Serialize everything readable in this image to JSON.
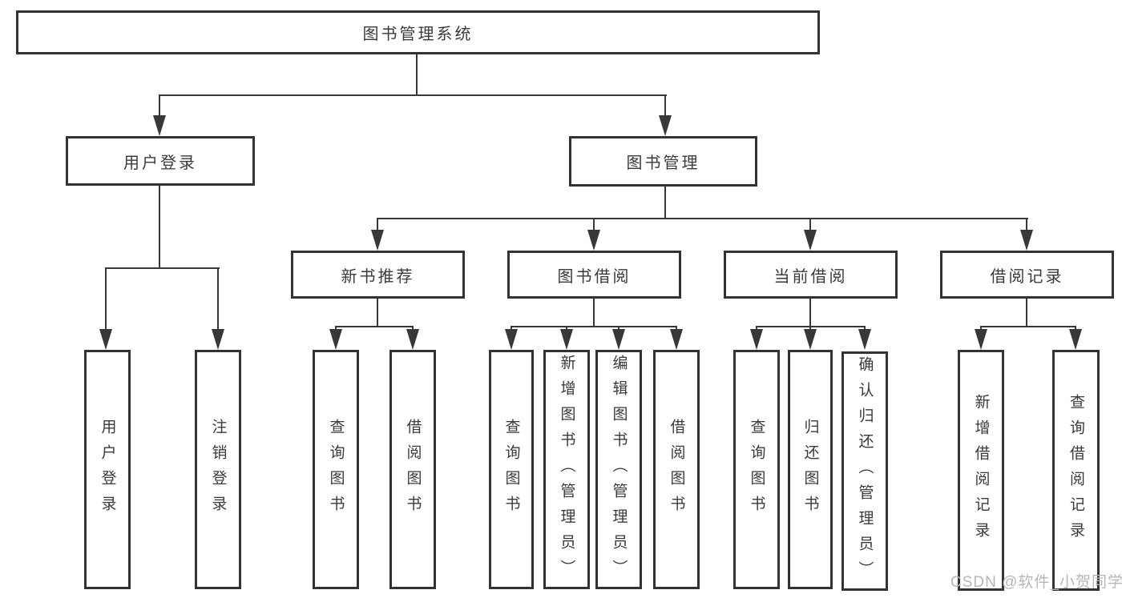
{
  "diagram_title": "图书管理系统",
  "nodes": {
    "root": "图书管理系统",
    "user_login": "用户登录",
    "book_management": "图书管理",
    "new_book_recommend": "新书推荐",
    "book_borrowing": "图书借阅",
    "current_borrowing": "当前借阅",
    "borrowing_records": "借阅记录",
    "leaf_user_login": "用户登录",
    "leaf_logout": "注销登录",
    "leaf_nbr_query_books": "查询图书",
    "leaf_nbr_borrow_books": "借阅图书",
    "leaf_bb_query_books": "查询图书",
    "leaf_bb_add_books_admin": "新增图书（管理员）",
    "leaf_bb_edit_books_admin": "编辑图书（管理员）",
    "leaf_bb_borrow_books": "借阅图书",
    "leaf_cb_query_books": "查询图书",
    "leaf_cb_return_books": "归还图书",
    "leaf_cb_confirm_return_admin": "确认归还（管理员）",
    "leaf_br_add_record": "新增借阅记录",
    "leaf_br_query_record": "查询借阅记录"
  },
  "watermark": "CSDN @软件_小贺同学",
  "colors": {
    "line": "#383838",
    "border": "#333333",
    "text": "#3a3a3a",
    "watermark": "#b6b6b6",
    "background": "#ffffff"
  }
}
